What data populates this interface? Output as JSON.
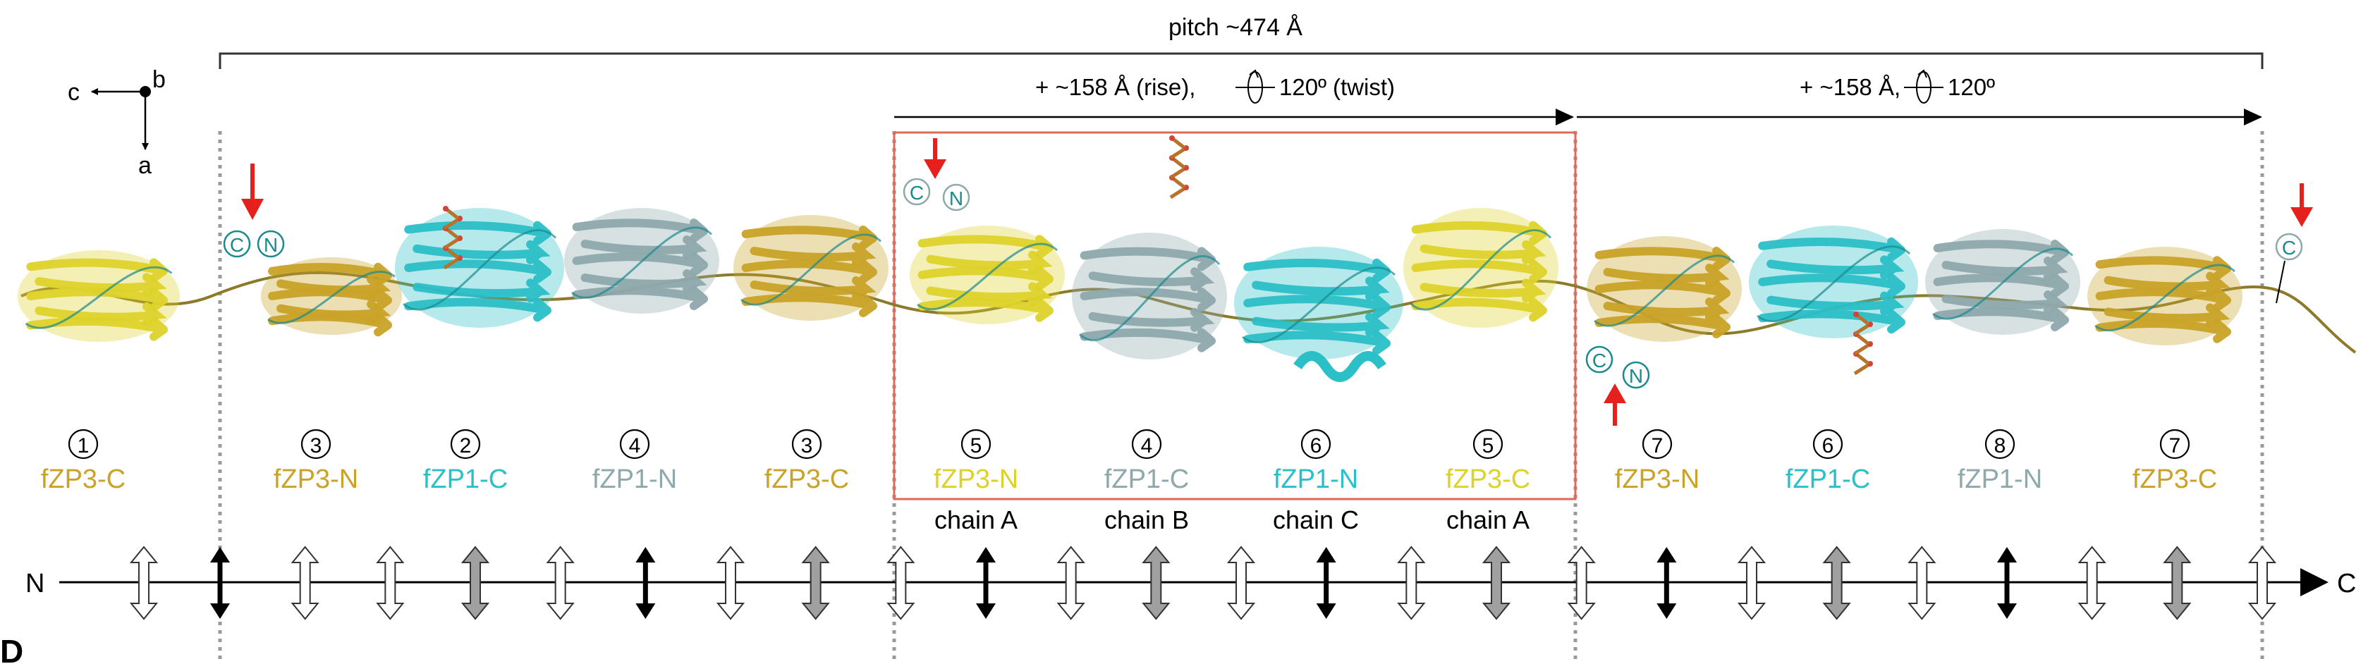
{
  "colors": {
    "fZP3": "#c9a227",
    "fZP3_bright": "#ddd22a",
    "fZP1C": "#2bbfc7",
    "fZP1N": "#8ea8ac",
    "teal": "#1a8a8e",
    "red_arrow": "#e5201d",
    "red_box": "#e06a5a",
    "gray_arrow": "#a0a0a0",
    "black": "#000000"
  },
  "header": {
    "pitch": "pitch ~474 Å",
    "rise_twist_left": {
      "prefix": "+ ~158 Å (rise),",
      "angle": "120º",
      "suffix": "(twist)"
    },
    "rise_twist_right": {
      "prefix": "+ ~158 Å,",
      "angle": "120º"
    }
  },
  "axes": {
    "c": "c",
    "b": "b",
    "a": "a"
  },
  "termini": {
    "C": "C",
    "N": "N"
  },
  "domains": [
    {
      "num": "1",
      "name": "fZP3-C",
      "color": "fZP3",
      "chain": ""
    },
    {
      "num": "3",
      "name": "fZP3-N",
      "color": "fZP3",
      "chain": ""
    },
    {
      "num": "2",
      "name": "fZP1-C",
      "color": "fZP1C",
      "chain": ""
    },
    {
      "num": "4",
      "name": "fZP1-N",
      "color": "fZP1N",
      "chain": ""
    },
    {
      "num": "3",
      "name": "fZP3-C",
      "color": "fZP3",
      "chain": ""
    },
    {
      "num": "5",
      "name": "fZP3-N",
      "color": "fZP3_bright",
      "chain": "chain A"
    },
    {
      "num": "4",
      "name": "fZP1-C",
      "color": "fZP1N",
      "chain": "chain B"
    },
    {
      "num": "6",
      "name": "fZP1-N",
      "color": "fZP1C",
      "chain": "chain C"
    },
    {
      "num": "5",
      "name": "fZP3-C",
      "color": "fZP3_bright",
      "chain": "chain A"
    },
    {
      "num": "7",
      "name": "fZP3-N",
      "color": "fZP3",
      "chain": ""
    },
    {
      "num": "6",
      "name": "fZP1-C",
      "color": "fZP1C",
      "chain": ""
    },
    {
      "num": "8",
      "name": "fZP1-N",
      "color": "fZP1N",
      "chain": ""
    },
    {
      "num": "7",
      "name": "fZP3-C",
      "color": "fZP3",
      "chain": ""
    }
  ],
  "bottom_axis": {
    "left_label": "N",
    "right_label": "C"
  },
  "arrow_types": [
    "black",
    "white",
    "white",
    "gray",
    "white",
    "black",
    "white",
    "gray",
    "white",
    "black",
    "white",
    "gray",
    "white",
    "black",
    "white",
    "gray",
    "white",
    "black",
    "white",
    "gray",
    "white",
    "black",
    "white",
    "gray",
    "white",
    "black"
  ],
  "panel_letter": "D"
}
